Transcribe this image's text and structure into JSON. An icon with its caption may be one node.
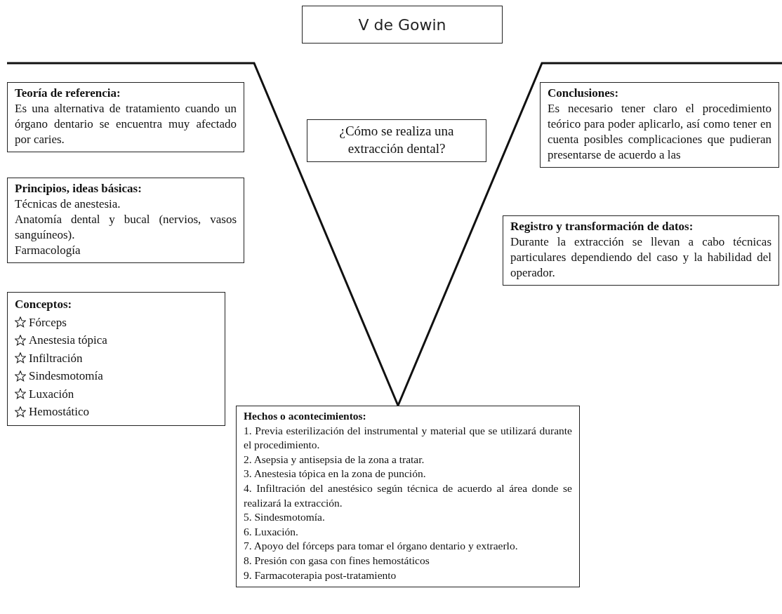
{
  "diagram": {
    "title": "V de Gowin",
    "nodes": [
      {
        "text": [
          "¿Cómo se realiza una extracción dental?"
        ]
      },
      {
        "text": [
          "Teoría de referencia:",
          "Es una alternativa de tratamiento cuando un órgano dentario se encuentra muy afectado por caries."
        ]
      },
      {
        "text": [
          "Principios, ideas básicas:",
          "Técnicas de anestesia.",
          "Anatomía dental y bucal (nervios, vasos sanguíneos).",
          "Farmacología"
        ]
      },
      {
        "text": [
          "Conceptos:",
          "Fórceps",
          "Anestesia tópica",
          "Infiltración",
          "Sindesmotomía",
          "Luxación",
          "Hemostático"
        ]
      },
      {
        "text": [
          "Conclusiones:",
          "Es necesario tener claro el procedimiento teórico para poder aplicarlo, así como tener en cuenta posibles complicaciones que pudieran presentarse de acuerdo a las"
        ]
      },
      {
        "text": [
          "Registro y transformación de datos:",
          "Durante la extracción se llevan a cabo técnicas particulares dependiendo del caso y la habilidad del operador."
        ]
      },
      {
        "text": [
          "Hechos o acontecimientos:",
          "1. Previa esterilización del instrumental y material que se utilizará durante el procedimiento.",
          "2. Asepsia y antisepsia de la zona a tratar.",
          "3. Anestesia tópica en la zona de punción.",
          "4. Infiltración del anestésico según técnica de acuerdo al área donde se realizará la extracción.",
          "5. Sindesmotomía.",
          "6. Luxación.",
          "7. Apoyo del fórceps para tomar el órgano dentario y extraerlo.",
          "8. Presión con gasa con fines hemostáticos",
          "9. Farmacoterapia post-tratamiento"
        ]
      }
    ]
  }
}
